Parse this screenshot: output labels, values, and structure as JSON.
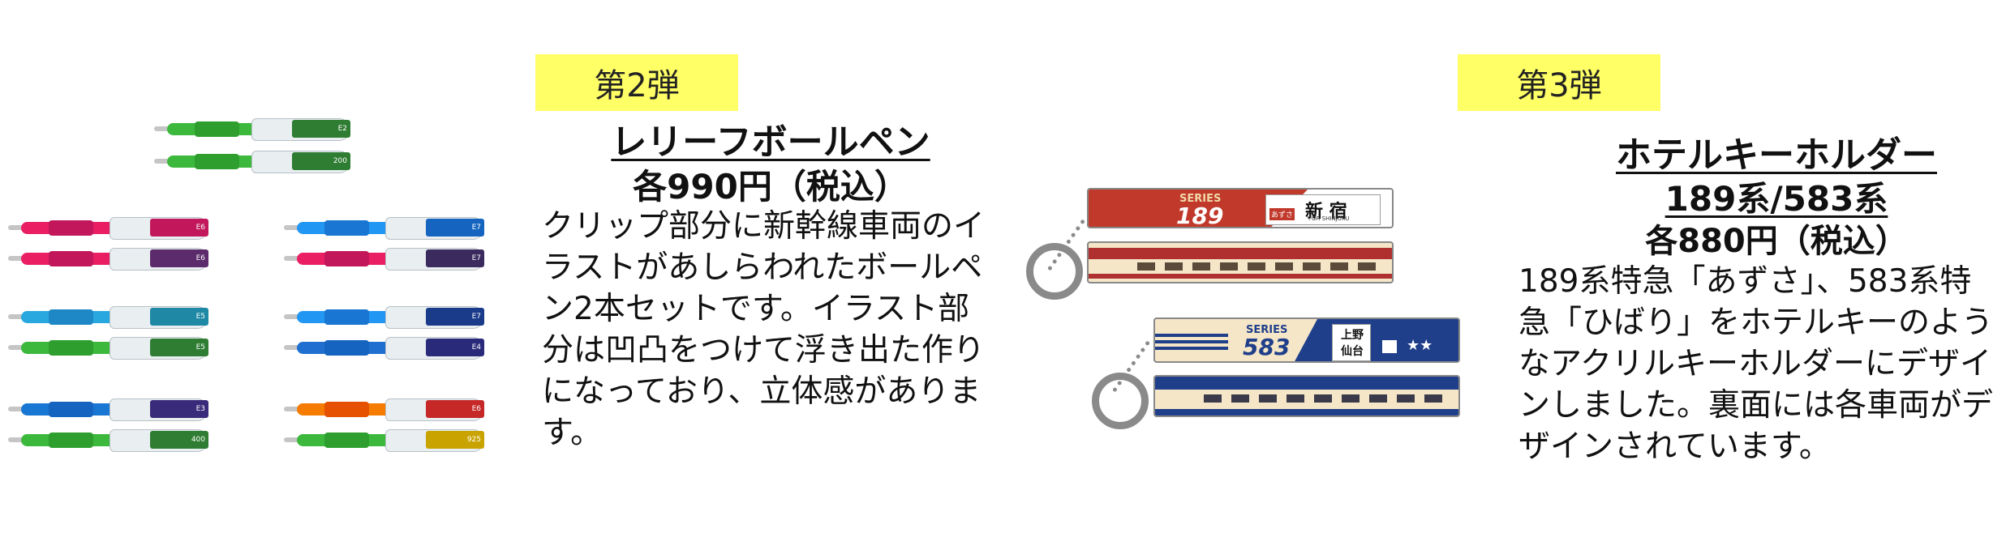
{
  "section2": {
    "badge": "第2弾",
    "title": "レリーフボールペン",
    "price": "各990円（税込）",
    "description": "クリップ部分に新幹線車両のイラストがあしらわれたボールペン2本セットです。イラスト部分は凹凸をつけて浮き出た作りになっており、立体感があります。",
    "pens": [
      {
        "body": "#3cb83c",
        "grip": "#2e9f2e",
        "plate": "#2e7d32",
        "label": "E2"
      },
      {
        "body": "#3cb83c",
        "grip": "#2e9f2e",
        "plate": "#2e7d32",
        "label": "200"
      },
      {
        "body": "#e91e63",
        "grip": "#c2185b",
        "plate": "#c2185b",
        "label": "E6"
      },
      {
        "body": "#e91e63",
        "grip": "#c2185b",
        "plate": "#5b2b6b",
        "label": "E6"
      },
      {
        "body": "#2196f3",
        "grip": "#1976d2",
        "plate": "#1565c0",
        "label": "E7"
      },
      {
        "body": "#e91e63",
        "grip": "#c2185b",
        "plate": "#3a2a5e",
        "label": "E7"
      },
      {
        "body": "#29a8e0",
        "grip": "#1e88c7",
        "plate": "#1e88a5",
        "label": "E5"
      },
      {
        "body": "#3cb83c",
        "grip": "#2e9f2e",
        "plate": "#2e7d32",
        "label": "E5"
      },
      {
        "body": "#2196f3",
        "grip": "#1976d2",
        "plate": "#1a3a8a",
        "label": "E7"
      },
      {
        "body": "#1e6fd0",
        "grip": "#1565c0",
        "plate": "#2a2a7a",
        "label": "E4"
      },
      {
        "body": "#1976d2",
        "grip": "#1565c0",
        "plate": "#3a2a7a",
        "label": "E3"
      },
      {
        "body": "#3cb83c",
        "grip": "#2e9f2e",
        "plate": "#2e7d32",
        "label": "400"
      },
      {
        "body": "#f57c00",
        "grip": "#e65100",
        "plate": "#c62828",
        "label": "E6"
      },
      {
        "body": "#3cb83c",
        "grip": "#2e9f2e",
        "plate": "#c9a400",
        "label": "925"
      }
    ]
  },
  "section3": {
    "badge": "第3弾",
    "title_line1": "ホテルキーホルダー",
    "title_line2": "189系/583系",
    "price": "各880円（税込）",
    "description": "189系特急「あずさ」、583系特急「ひばり」をホテルキーのようなアクリルキーホルダーにデザインしました。裏面には各車両がデザインされています。",
    "holder189": {
      "series_label": "SERIES",
      "number": "189",
      "dest_kana": "あずさ",
      "dest": "新 宿",
      "dest_en": "FOR SHINJUKU",
      "color": "#c0392b"
    },
    "holder583": {
      "series_label": "SERIES",
      "number": "583",
      "dest": "上野",
      "dest2": "仙台",
      "color": "#1f3f8a"
    }
  },
  "colors": {
    "badge": "#ffff66",
    "cream": "#f5e6c8"
  }
}
